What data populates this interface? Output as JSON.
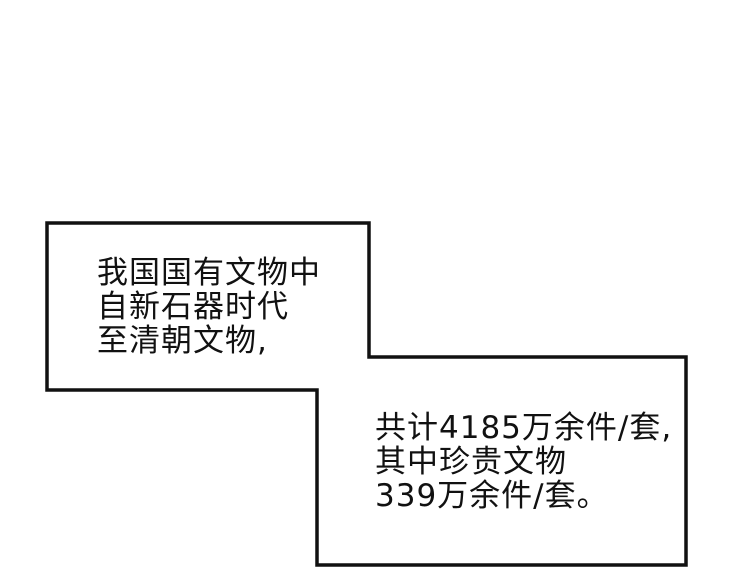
{
  "panel": {
    "box_1": {
      "lines": [
        "我国国有文物中",
        "自新石器时代",
        "至清朝文物,"
      ]
    },
    "box_2": {
      "lines": [
        "共计4185万余件/套,",
        "其中珍贵文物",
        "339万余件/套。"
      ]
    }
  }
}
